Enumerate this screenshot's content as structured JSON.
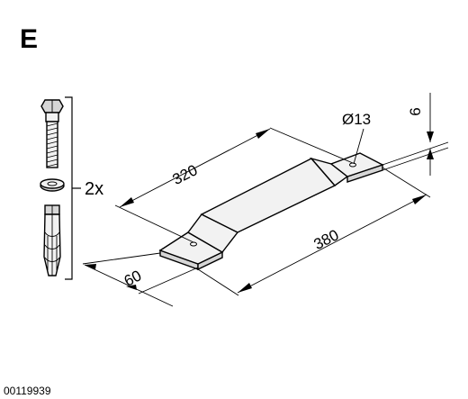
{
  "label_letter": "E",
  "quantity": "2x",
  "hole_diameter": "Ø13",
  "dim_thickness": "6",
  "dim_center_distance": "320",
  "dim_total_length": "380",
  "dim_width": "60",
  "drawing_number": "00119939"
}
